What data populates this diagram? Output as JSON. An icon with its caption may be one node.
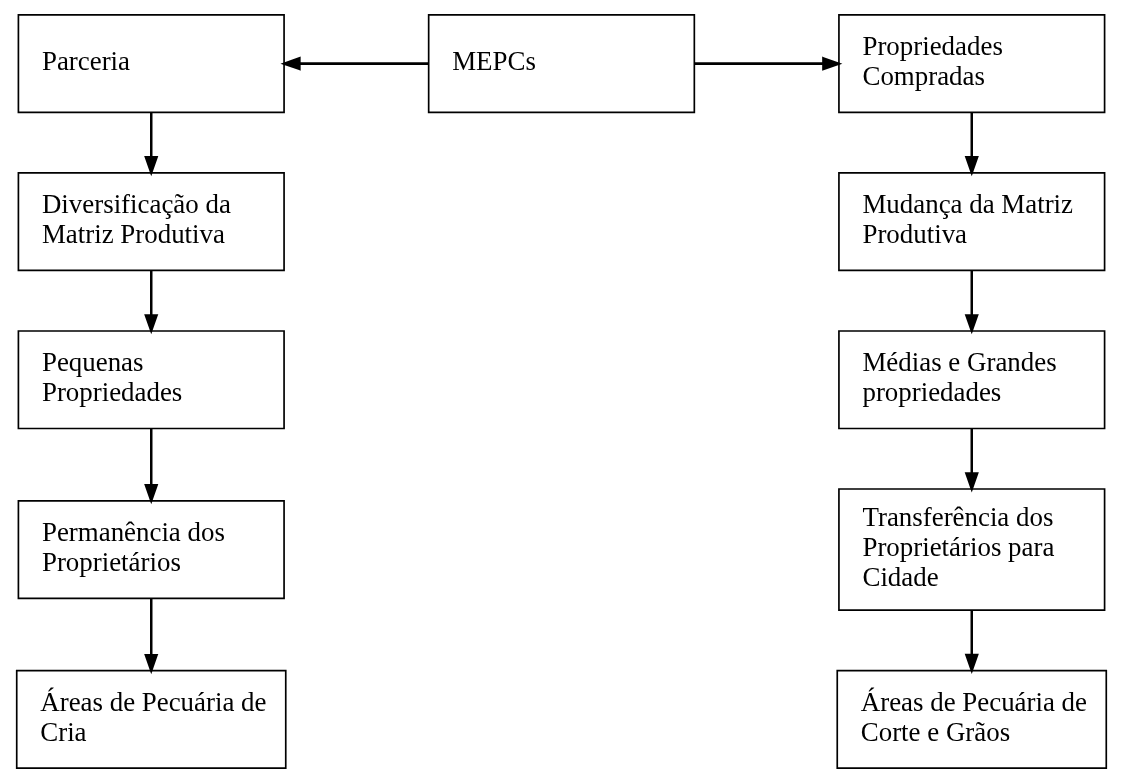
{
  "diagram": {
    "nodes": [
      {
        "text": [
          "Parceria"
        ]
      },
      {
        "text": [
          "MEPCs"
        ]
      },
      {
        "text": [
          "Propriedades Compradas"
        ]
      },
      {
        "text": [
          "Diversificação da Matriz Produtiva"
        ]
      },
      {
        "text": [
          "Pequenas Propriedades"
        ]
      },
      {
        "text": [
          "Permanência dos Proprietários"
        ]
      },
      {
        "text": [
          "Áreas de Pecuária de Cria"
        ]
      },
      {
        "text": [
          "Mudança da Matriz Produtiva"
        ]
      },
      {
        "text": [
          "Médias e Grandes propriedades"
        ]
      },
      {
        "text": [
          "Transferência dos Proprietários para Cidade"
        ]
      },
      {
        "text": [
          "Áreas de Pecuária de Corte e Grãos"
        ]
      }
    ],
    "edges": [
      {
        "from": 1,
        "to": 0,
        "arrow": "to"
      },
      {
        "from": 1,
        "to": 2,
        "arrow": "to"
      },
      {
        "from": 0,
        "to": 3,
        "arrow": "to"
      },
      {
        "from": 3,
        "to": 4,
        "arrow": "to"
      },
      {
        "from": 4,
        "to": 5,
        "arrow": "to"
      },
      {
        "from": 5,
        "to": 6,
        "arrow": "to"
      },
      {
        "from": 2,
        "to": 7,
        "arrow": "to"
      },
      {
        "from": 7,
        "to": 8,
        "arrow": "to"
      },
      {
        "from": 8,
        "to": 9,
        "arrow": "to"
      },
      {
        "from": 9,
        "to": 10,
        "arrow": "to"
      }
    ]
  }
}
